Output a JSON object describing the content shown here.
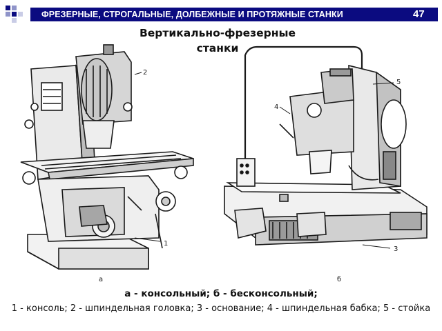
{
  "header": {
    "title": "ФРЕЗЕРНЫЕ, СТРОГАЛЬНЫЕ, ДОЛБЕЖНЫЕ И ПРОТЯЖНЫЕ СТАНКИ",
    "page_number": "47",
    "band_color": "#0b0b80"
  },
  "slide": {
    "title": "Вертикально-фрезерные станки"
  },
  "figure": {
    "left_label": "а",
    "right_label": "б",
    "callouts": [
      "1",
      "2",
      "3",
      "4",
      "5"
    ]
  },
  "caption": {
    "line1": "а - консольный; б - бесконсольный;",
    "line2": "1 - консоль; 2 - шпиндельная головка; 3 - основание; 4 - шпиндельная бабка; 5 - стойка"
  }
}
